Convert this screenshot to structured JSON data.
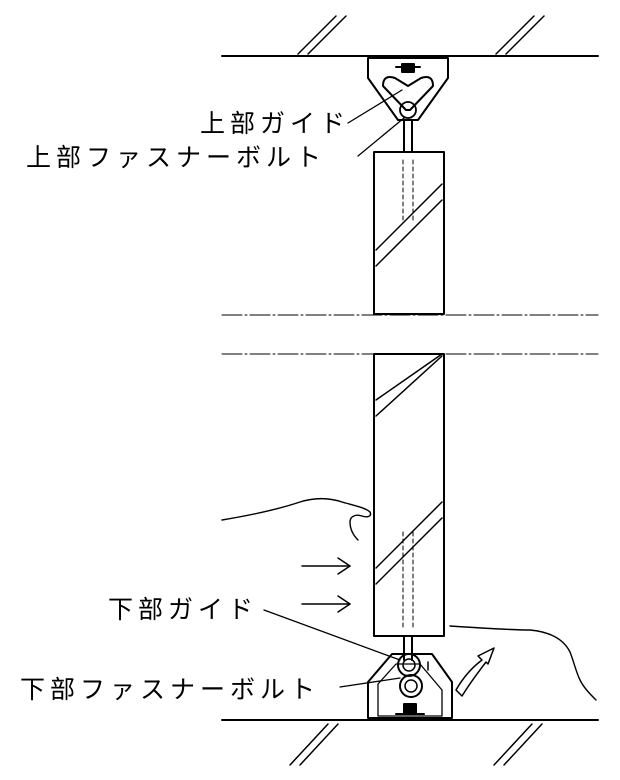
{
  "labels": {
    "upper_guide": "上部ガイド",
    "upper_bolt": "上部ファスナーボルト",
    "lower_guide": "下部ガイド",
    "lower_bolt": "下部ファスナーボルト"
  },
  "colors": {
    "line": "#000000",
    "background": "#ffffff"
  }
}
